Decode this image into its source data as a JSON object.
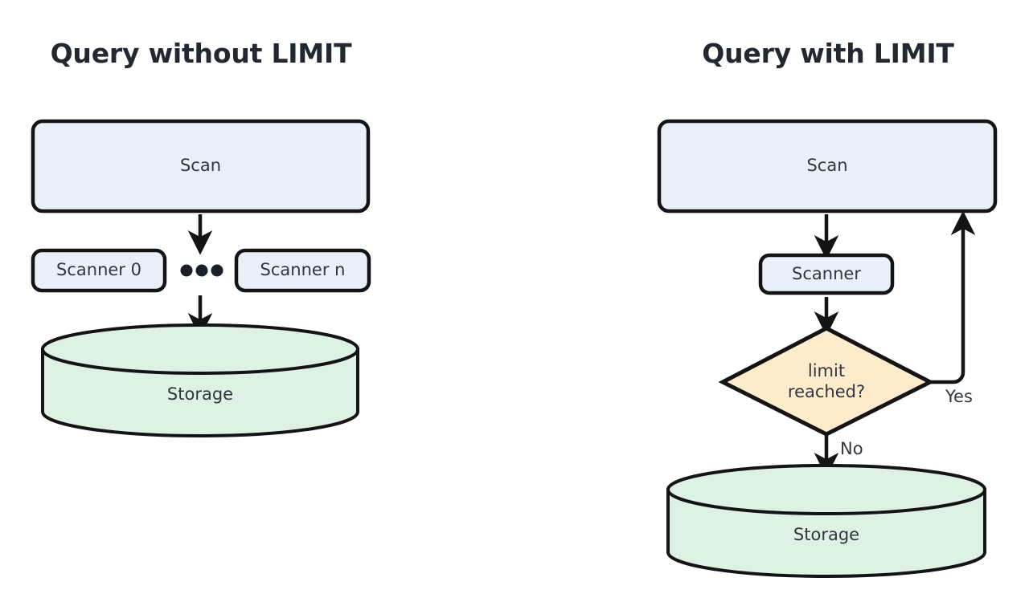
{
  "figure": {
    "background": "#ffffff",
    "stroke_color": "#141414",
    "text_color": "#32363d",
    "title_color": "#232830"
  },
  "panels": [
    {
      "id": "without-limit",
      "title": "Query without LIMIT",
      "nodes": [
        {
          "id": "scan",
          "label": "Scan",
          "shape": "rounded-rect",
          "fill": "#eaf0fa"
        },
        {
          "id": "scanner-0",
          "label": "Scanner 0",
          "shape": "rounded-rect",
          "fill": "#eaf0fa"
        },
        {
          "id": "ellipsis",
          "label": "•••",
          "shape": "dots",
          "fill": "#141414"
        },
        {
          "id": "scanner-n",
          "label": "Scanner n",
          "shape": "rounded-rect",
          "fill": "#eaf0fa"
        },
        {
          "id": "storage",
          "label": "Storage",
          "shape": "cylinder",
          "fill": "#ddf2e4"
        }
      ],
      "edges": [
        {
          "from": "scan",
          "to": "scanner-row",
          "label": ""
        },
        {
          "from": "scanner-row",
          "to": "storage",
          "label": ""
        }
      ]
    },
    {
      "id": "with-limit",
      "title": "Query with LIMIT",
      "nodes": [
        {
          "id": "scan",
          "label": "Scan",
          "shape": "rounded-rect",
          "fill": "#eaf0fa"
        },
        {
          "id": "scanner",
          "label": "Scanner",
          "shape": "rounded-rect",
          "fill": "#eaf0fa"
        },
        {
          "id": "decision",
          "label_line1": "limit",
          "label_line2": "reached?",
          "shape": "diamond",
          "fill": "#fceccc"
        },
        {
          "id": "storage",
          "label": "Storage",
          "shape": "cylinder",
          "fill": "#ddf2e4"
        }
      ],
      "edges": [
        {
          "from": "scan",
          "to": "scanner",
          "label": ""
        },
        {
          "from": "scanner",
          "to": "decision",
          "label": ""
        },
        {
          "from": "decision",
          "to": "scan",
          "label": "Yes"
        },
        {
          "from": "decision",
          "to": "storage",
          "label": "No"
        }
      ]
    }
  ]
}
